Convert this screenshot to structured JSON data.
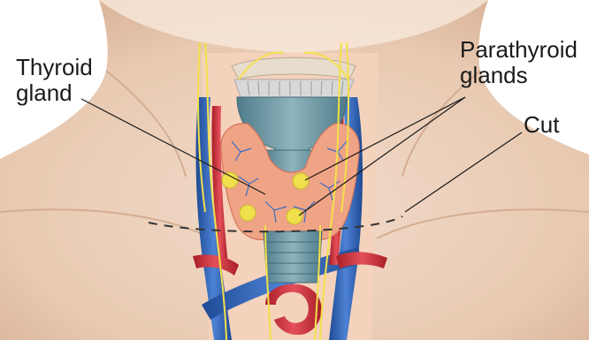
{
  "labels": {
    "thyroid_line1": "Thyroid",
    "thyroid_line2": "gland",
    "parathyroid_line1": "Parathyroid",
    "parathyroid_line2": "glands",
    "cut": "Cut"
  },
  "colors": {
    "skin": "#eccfb9",
    "skin_shadow": "#d9b89f",
    "thyroid": "#f0a486",
    "cartilage": "#6e9aa6",
    "vein": "#2f62b5",
    "artery": "#d2303a",
    "nerve": "#f3e04a",
    "parathyroid": "#efe04c",
    "leader_line": "#1a1a1a"
  }
}
